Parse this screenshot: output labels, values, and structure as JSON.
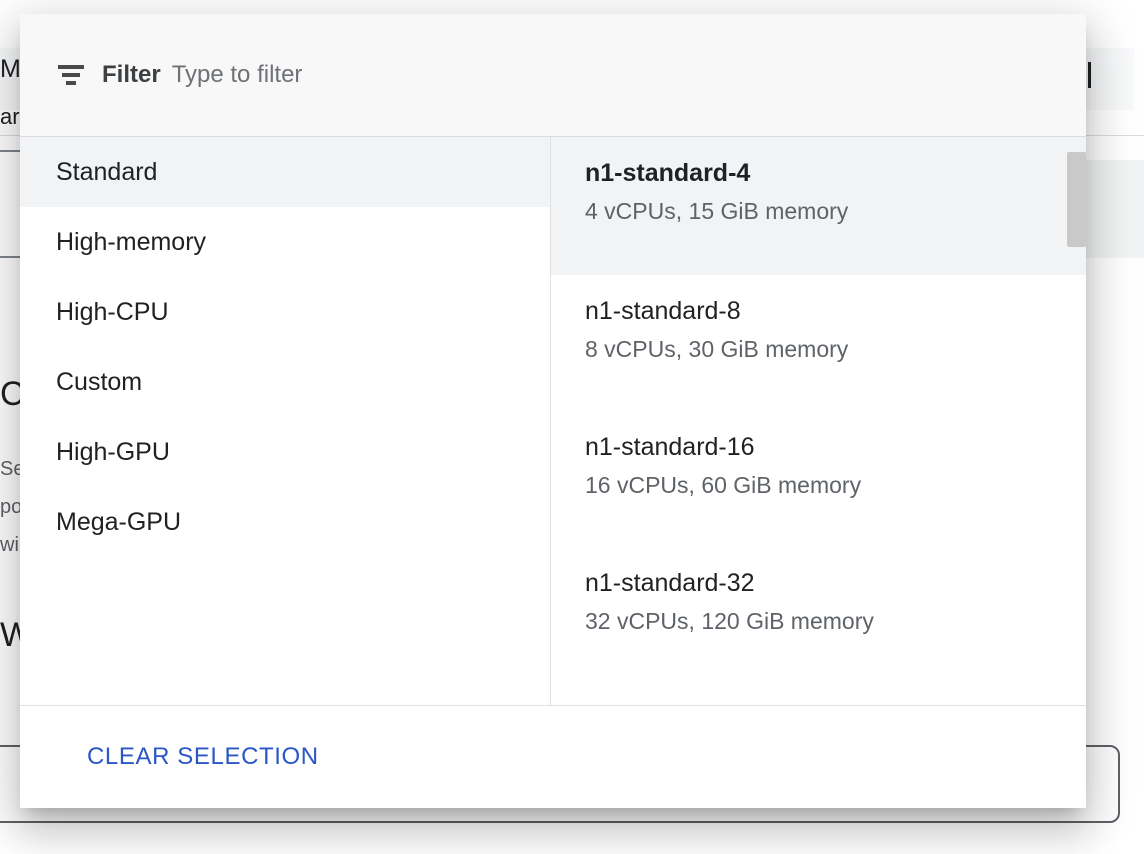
{
  "background": {
    "header_text": "Machine configuration",
    "header_sub": "arch",
    "section_title": "Confidential VM service",
    "paragraph_lines": [
      "Select this option to use Confidential VM. Confidential VM is a type of N2D",
      "powered Compute Engine VM that ensures that your data and applications stay",
      "will be encrypted"
    ],
    "section_title_2": "What else"
  },
  "dialog": {
    "filter": {
      "icon": "filter-list-icon",
      "label": "Filter",
      "placeholder": "Type to filter",
      "value": ""
    },
    "categories": [
      {
        "label": "Standard",
        "selected": true
      },
      {
        "label": "High-memory",
        "selected": false
      },
      {
        "label": "High-CPU",
        "selected": false
      },
      {
        "label": "Custom",
        "selected": false
      },
      {
        "label": "High-GPU",
        "selected": false
      },
      {
        "label": "Mega-GPU",
        "selected": false
      }
    ],
    "machine_types": [
      {
        "name": "n1-standard-4",
        "desc": "4 vCPUs, 15 GiB memory",
        "selected": true
      },
      {
        "name": "n1-standard-8",
        "desc": "8 vCPUs, 30 GiB memory",
        "selected": false
      },
      {
        "name": "n1-standard-16",
        "desc": "16 vCPUs, 60 GiB memory",
        "selected": false
      },
      {
        "name": "n1-standard-32",
        "desc": "32 vCPUs, 120 GiB memory",
        "selected": false
      }
    ],
    "scrollbar": {
      "name": "machine-type-scrollbar"
    },
    "footer": {
      "clear_label": "CLEAR SELECTION"
    }
  },
  "colors": {
    "link": "#2a56c6",
    "selected_bg": "#f1f3f4",
    "header_bg": "#f8f8f8",
    "divider": "#e0e0e0",
    "text_primary": "#202124",
    "text_secondary": "#5f6368"
  }
}
